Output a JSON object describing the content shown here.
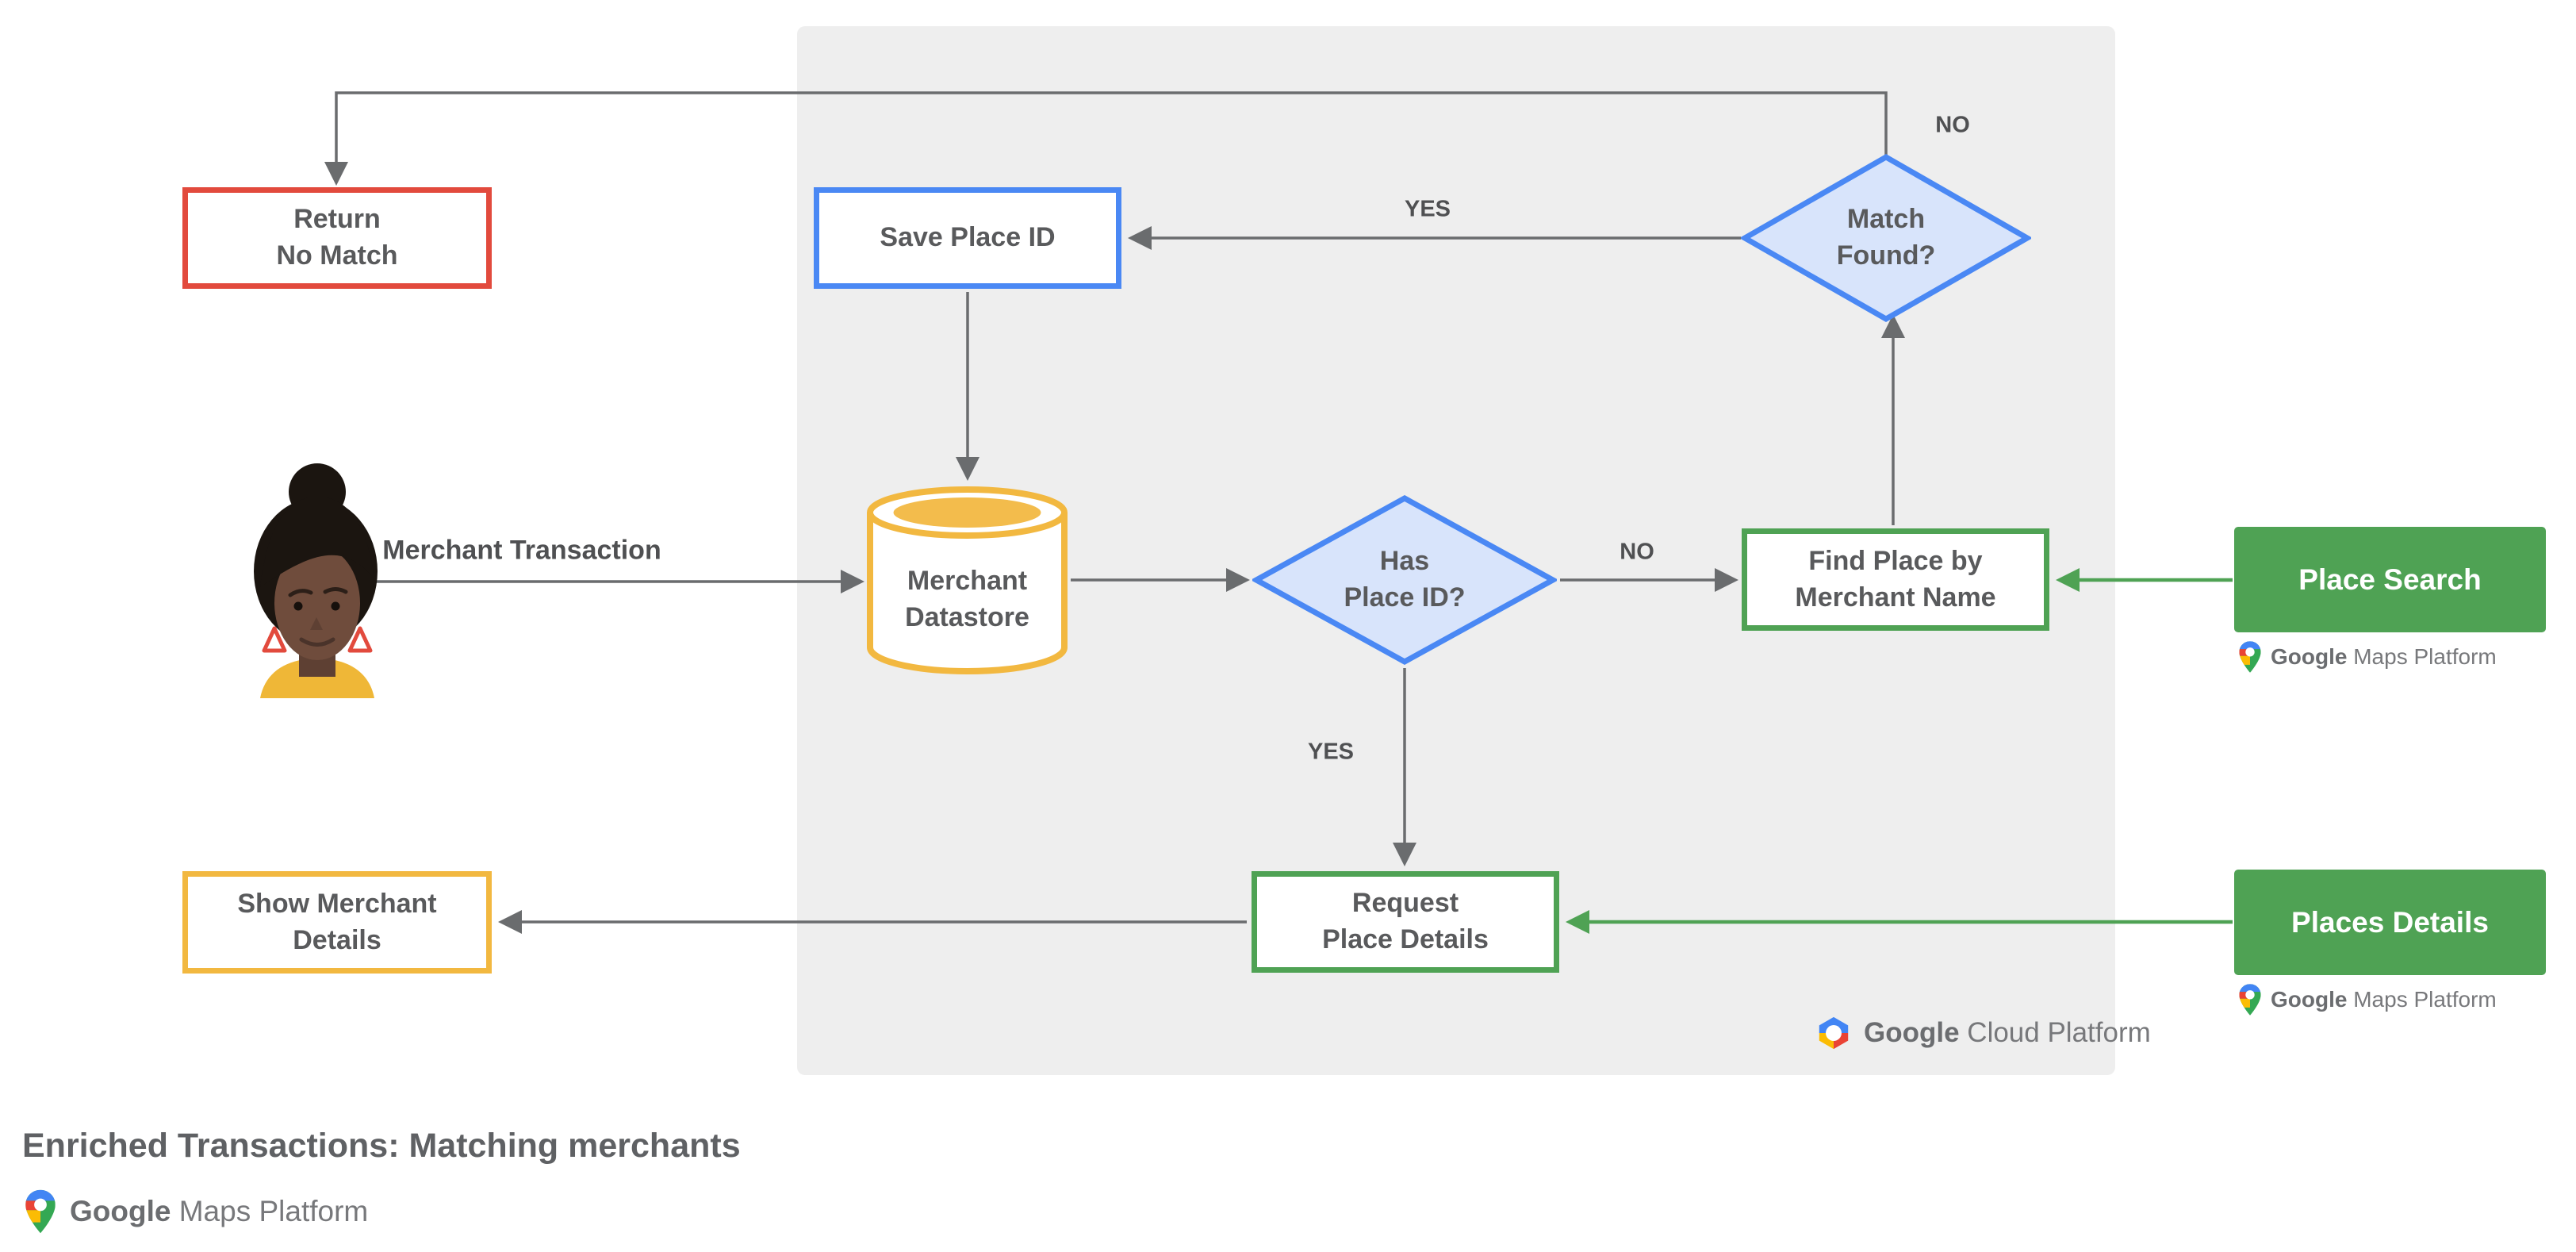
{
  "title": "Enriched Transactions: Matching merchants",
  "nodes": {
    "return_no_match": "Return\nNo Match",
    "save_place_id": "Save Place ID",
    "match_found": "Match\nFound?",
    "merchant_datastore": "Merchant\nDatastore",
    "has_place_id": "Has\nPlace ID?",
    "find_place_by_merchant_name": "Find Place by\nMerchant Name",
    "place_search": "Place Search",
    "request_place_details": "Request\nPlace Details",
    "places_details": "Places Details",
    "show_merchant_details": "Show Merchant\nDetails"
  },
  "edge_labels": {
    "match_found_no": "NO",
    "match_found_yes": "YES",
    "has_place_id_no": "NO",
    "has_place_id_yes": "YES",
    "merchant_transaction": "Merchant Transaction"
  },
  "logos": {
    "google_cloud_platform": {
      "google": "Google",
      "product": " Cloud Platform"
    },
    "maps_platform_place_search": {
      "google": "Google",
      "product": " Maps Platform"
    },
    "maps_platform_places_details": {
      "google": "Google",
      "product": " Maps Platform"
    },
    "maps_platform_footer": {
      "google": "Google",
      "product": " Maps Platform"
    }
  },
  "colors": {
    "red": "#E24A3D",
    "blue": "#4A88F4",
    "blue_fill": "#D8E4FB",
    "yellow": "#F2B840",
    "green": "#4FA254",
    "gray_line": "#6A6C6E",
    "panel": "#EEEEEE",
    "google_blue": "#4285F4",
    "google_red": "#EA4335",
    "google_yellow": "#FBBC04",
    "google_green": "#34A853"
  }
}
